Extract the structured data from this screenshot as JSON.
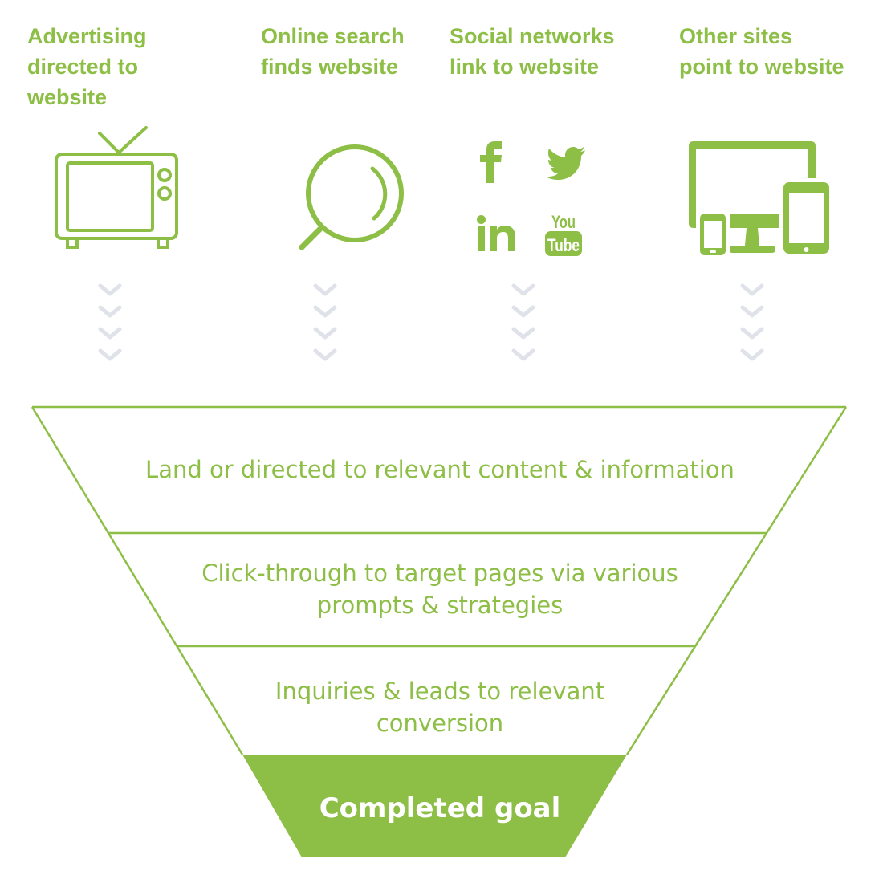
{
  "sources": [
    {
      "label": "Advertising\ndirected to\nwebsite",
      "icon": "tv-icon"
    },
    {
      "label": "Online search\nfinds website",
      "icon": "magnifier-icon"
    },
    {
      "label": "Social networks\nlink to website",
      "icons": [
        "facebook-icon",
        "twitter-icon",
        "linkedin-icon",
        "youtube-icon"
      ]
    },
    {
      "label": "Other sites\npoint to website",
      "icon": "devices-icon"
    }
  ],
  "funnel": {
    "stages": [
      "Land or directed to relevant content & information",
      "Click-through to target pages via various\nprompts & strategies",
      "Inquiries & leads to relevant\nconversion"
    ],
    "goal": "Completed goal"
  },
  "colors": {
    "accent": "#8dbe45",
    "chevron": "#dfe3e9",
    "goal_text": "#ffffff",
    "background": "#ffffff"
  }
}
